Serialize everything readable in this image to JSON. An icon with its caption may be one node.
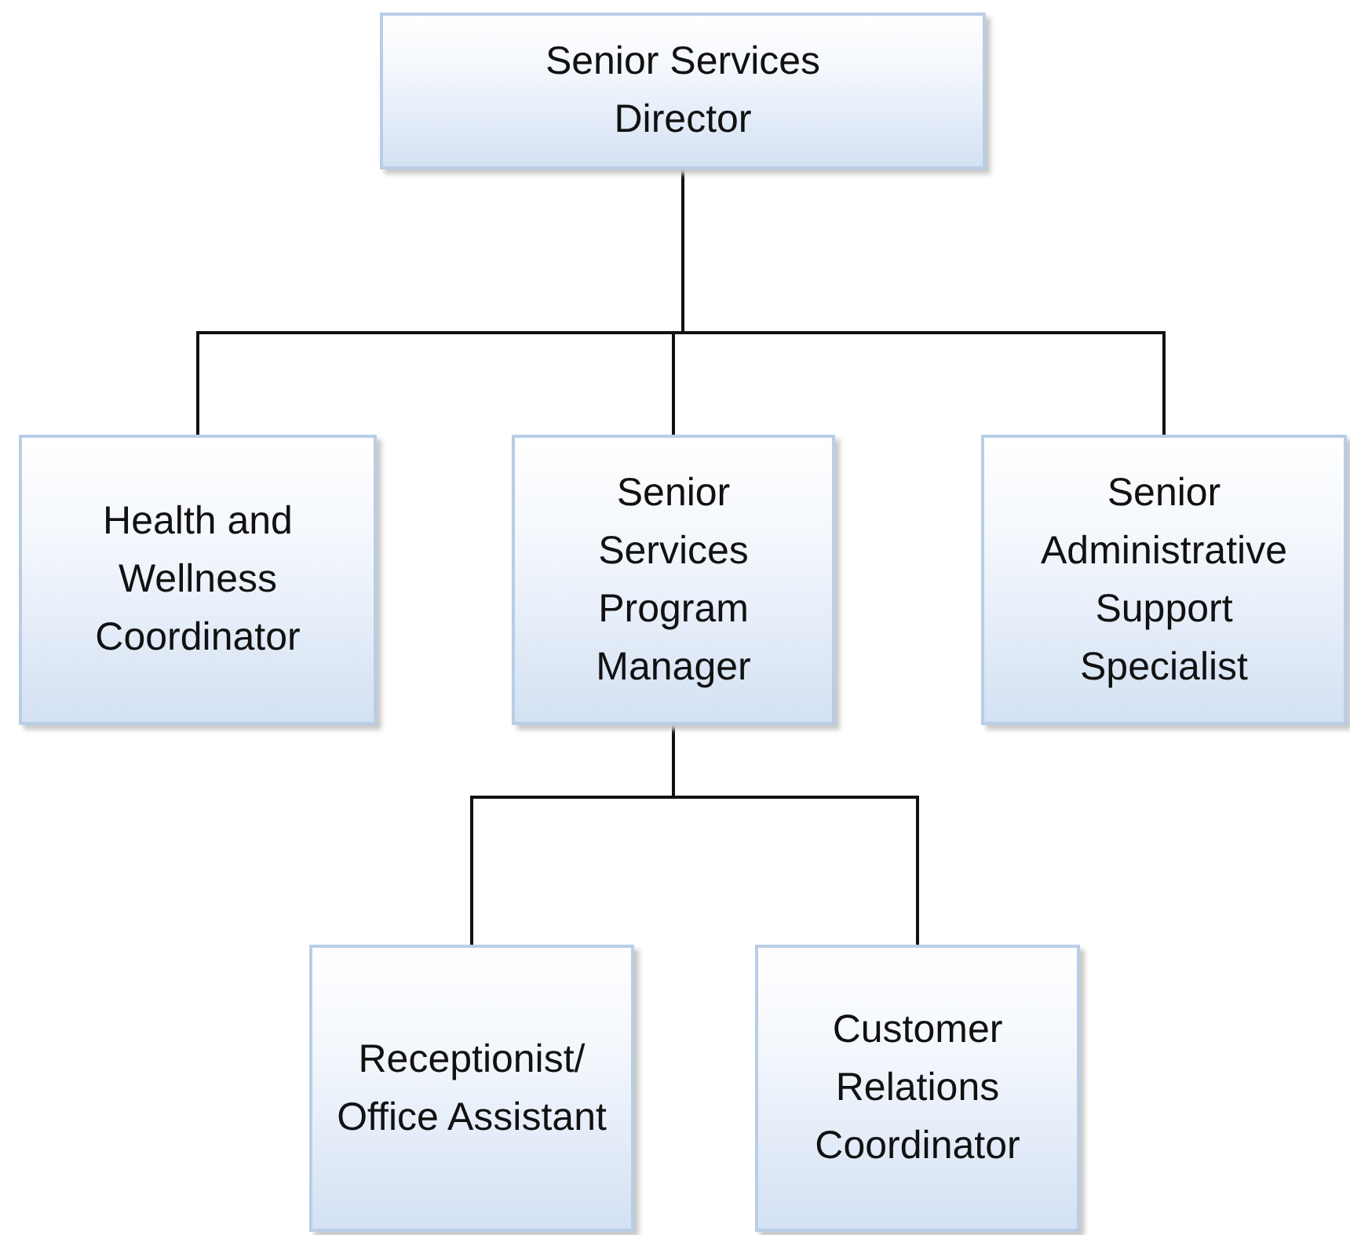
{
  "diagram": {
    "nodes": [
      {
        "text": [
          "Senior Services Director"
        ]
      },
      {
        "text": [
          "Health and Wellness Coordinator"
        ]
      },
      {
        "text": [
          "Senior Services Program Manager"
        ]
      },
      {
        "text": [
          "Senior Administrative Support Specialist"
        ]
      },
      {
        "text": [
          "Receptionist/ Office Assistant"
        ]
      },
      {
        "text": [
          "Customer Relations Coordinator"
        ]
      }
    ],
    "edges": [
      {
        "from": 0,
        "to": 1,
        "arrow": "none"
      },
      {
        "from": 0,
        "to": 2,
        "arrow": "none"
      },
      {
        "from": 0,
        "to": 3,
        "arrow": "none"
      },
      {
        "from": 2,
        "to": 4,
        "arrow": "none"
      },
      {
        "from": 2,
        "to": 5,
        "arrow": "none"
      }
    ]
  }
}
